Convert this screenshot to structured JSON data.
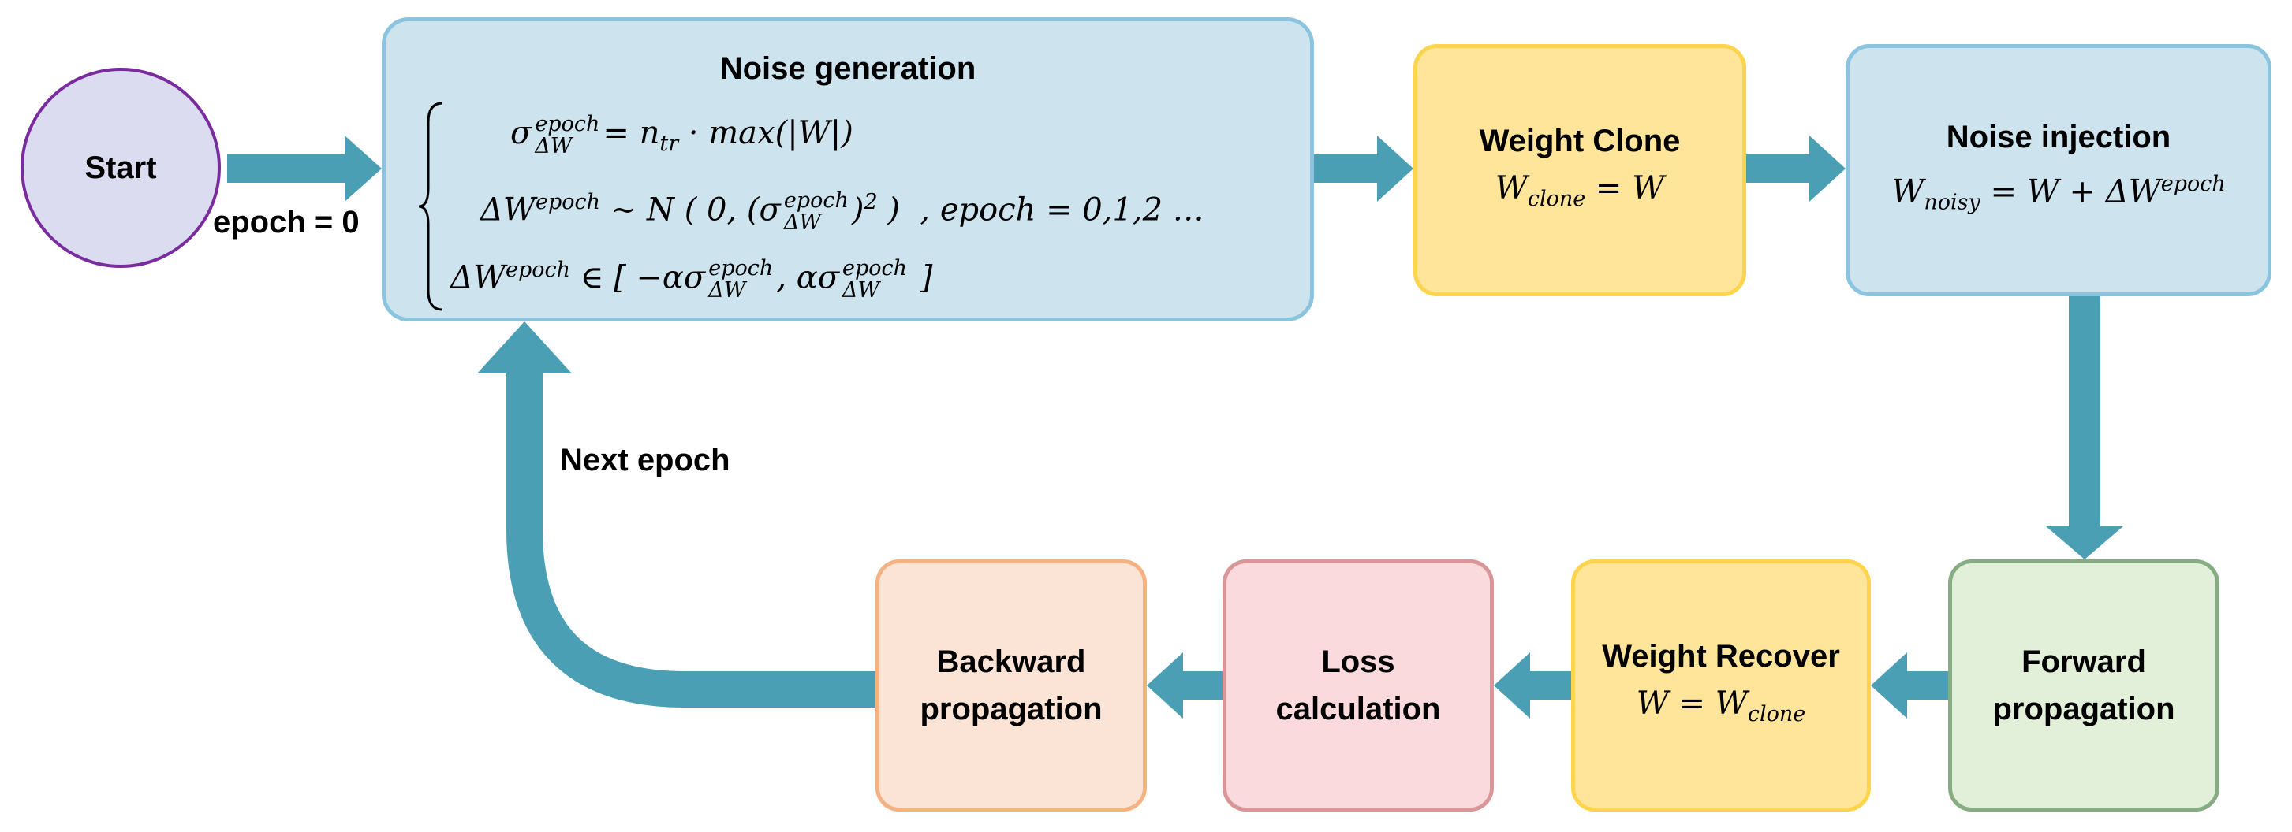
{
  "diagram": {
    "start": {
      "label": "Start"
    },
    "start_edge_label": "epoch = 0",
    "loop_edge_label": "Next epoch",
    "noise_generation": {
      "title": "Noise generation",
      "line1": {
        "lhs_symbol": "σ",
        "sup": "epoch",
        "sub": "ΔW",
        "rhs": "= n",
        "rhs_sub": "tr",
        "rhs_tail": " · max(|W|)"
      },
      "line2": {
        "lhs": "ΔW",
        "lhs_sup": "epoch",
        "mid": " ~ N ( 0, (σ",
        "sigma_sup": "epoch",
        "sigma_sub": "ΔW",
        "close": ")",
        "power": "2",
        "tail": " )",
        "condition": ", epoch = 0,1,2 …"
      },
      "line3": {
        "lhs": "ΔW",
        "lhs_sup": "epoch",
        "mid": " ∈ [ −ασ",
        "sup_a": "epoch",
        "sub_a": "ΔW",
        "sep": ", ασ",
        "sup_b": "epoch",
        "sub_b": "ΔW",
        "close": " ]"
      }
    },
    "weight_clone": {
      "title": "Weight Clone",
      "formula_base": "W",
      "formula_sub": "clone",
      "formula_rest": " = W"
    },
    "noise_injection": {
      "title": "Noise injection",
      "formula_base": "W",
      "formula_sub": "noisy",
      "formula_mid": " = W + ΔW",
      "formula_sup": "epoch"
    },
    "forward": {
      "line1": "Forward",
      "line2": "propagation"
    },
    "weight_recover": {
      "title": "Weight Recover",
      "formula_lhs": "W = W",
      "formula_sub": "clone"
    },
    "loss": {
      "line1": "Loss",
      "line2": "calculation"
    },
    "backward": {
      "line1": "Backward",
      "line2": "propagation"
    },
    "colors": {
      "arrow": "#4a9fb5",
      "start_fill": "#dcdcf0",
      "start_border": "#7a2c9e",
      "blue_fill": "#cde4ef",
      "blue_border": "#8ac4de",
      "yellow_fill": "#ffe599",
      "yellow_border": "#ffd44d",
      "green_fill": "#e2efd9",
      "green_border": "#87ab82",
      "pink_fill": "#fadadd",
      "pink_border": "#d99698",
      "orange_fill": "#fbe4d5",
      "orange_border": "#f4b183"
    }
  }
}
